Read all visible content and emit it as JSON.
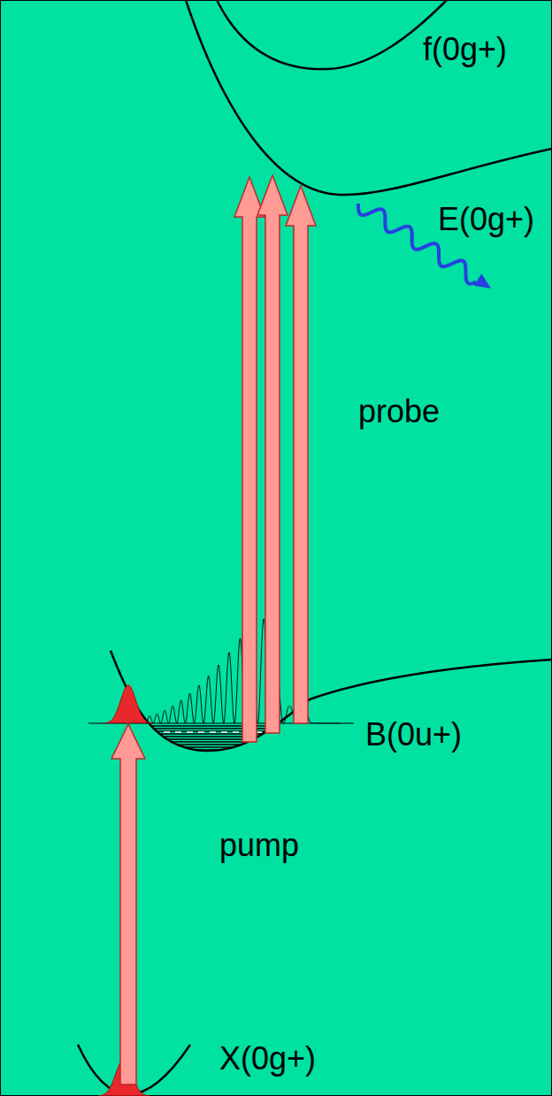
{
  "diagram": {
    "labels": [
      "f(0g+)",
      "E(0g+)",
      "probe",
      "B(0u+)",
      "pump",
      "X(0g+)"
    ]
  }
}
